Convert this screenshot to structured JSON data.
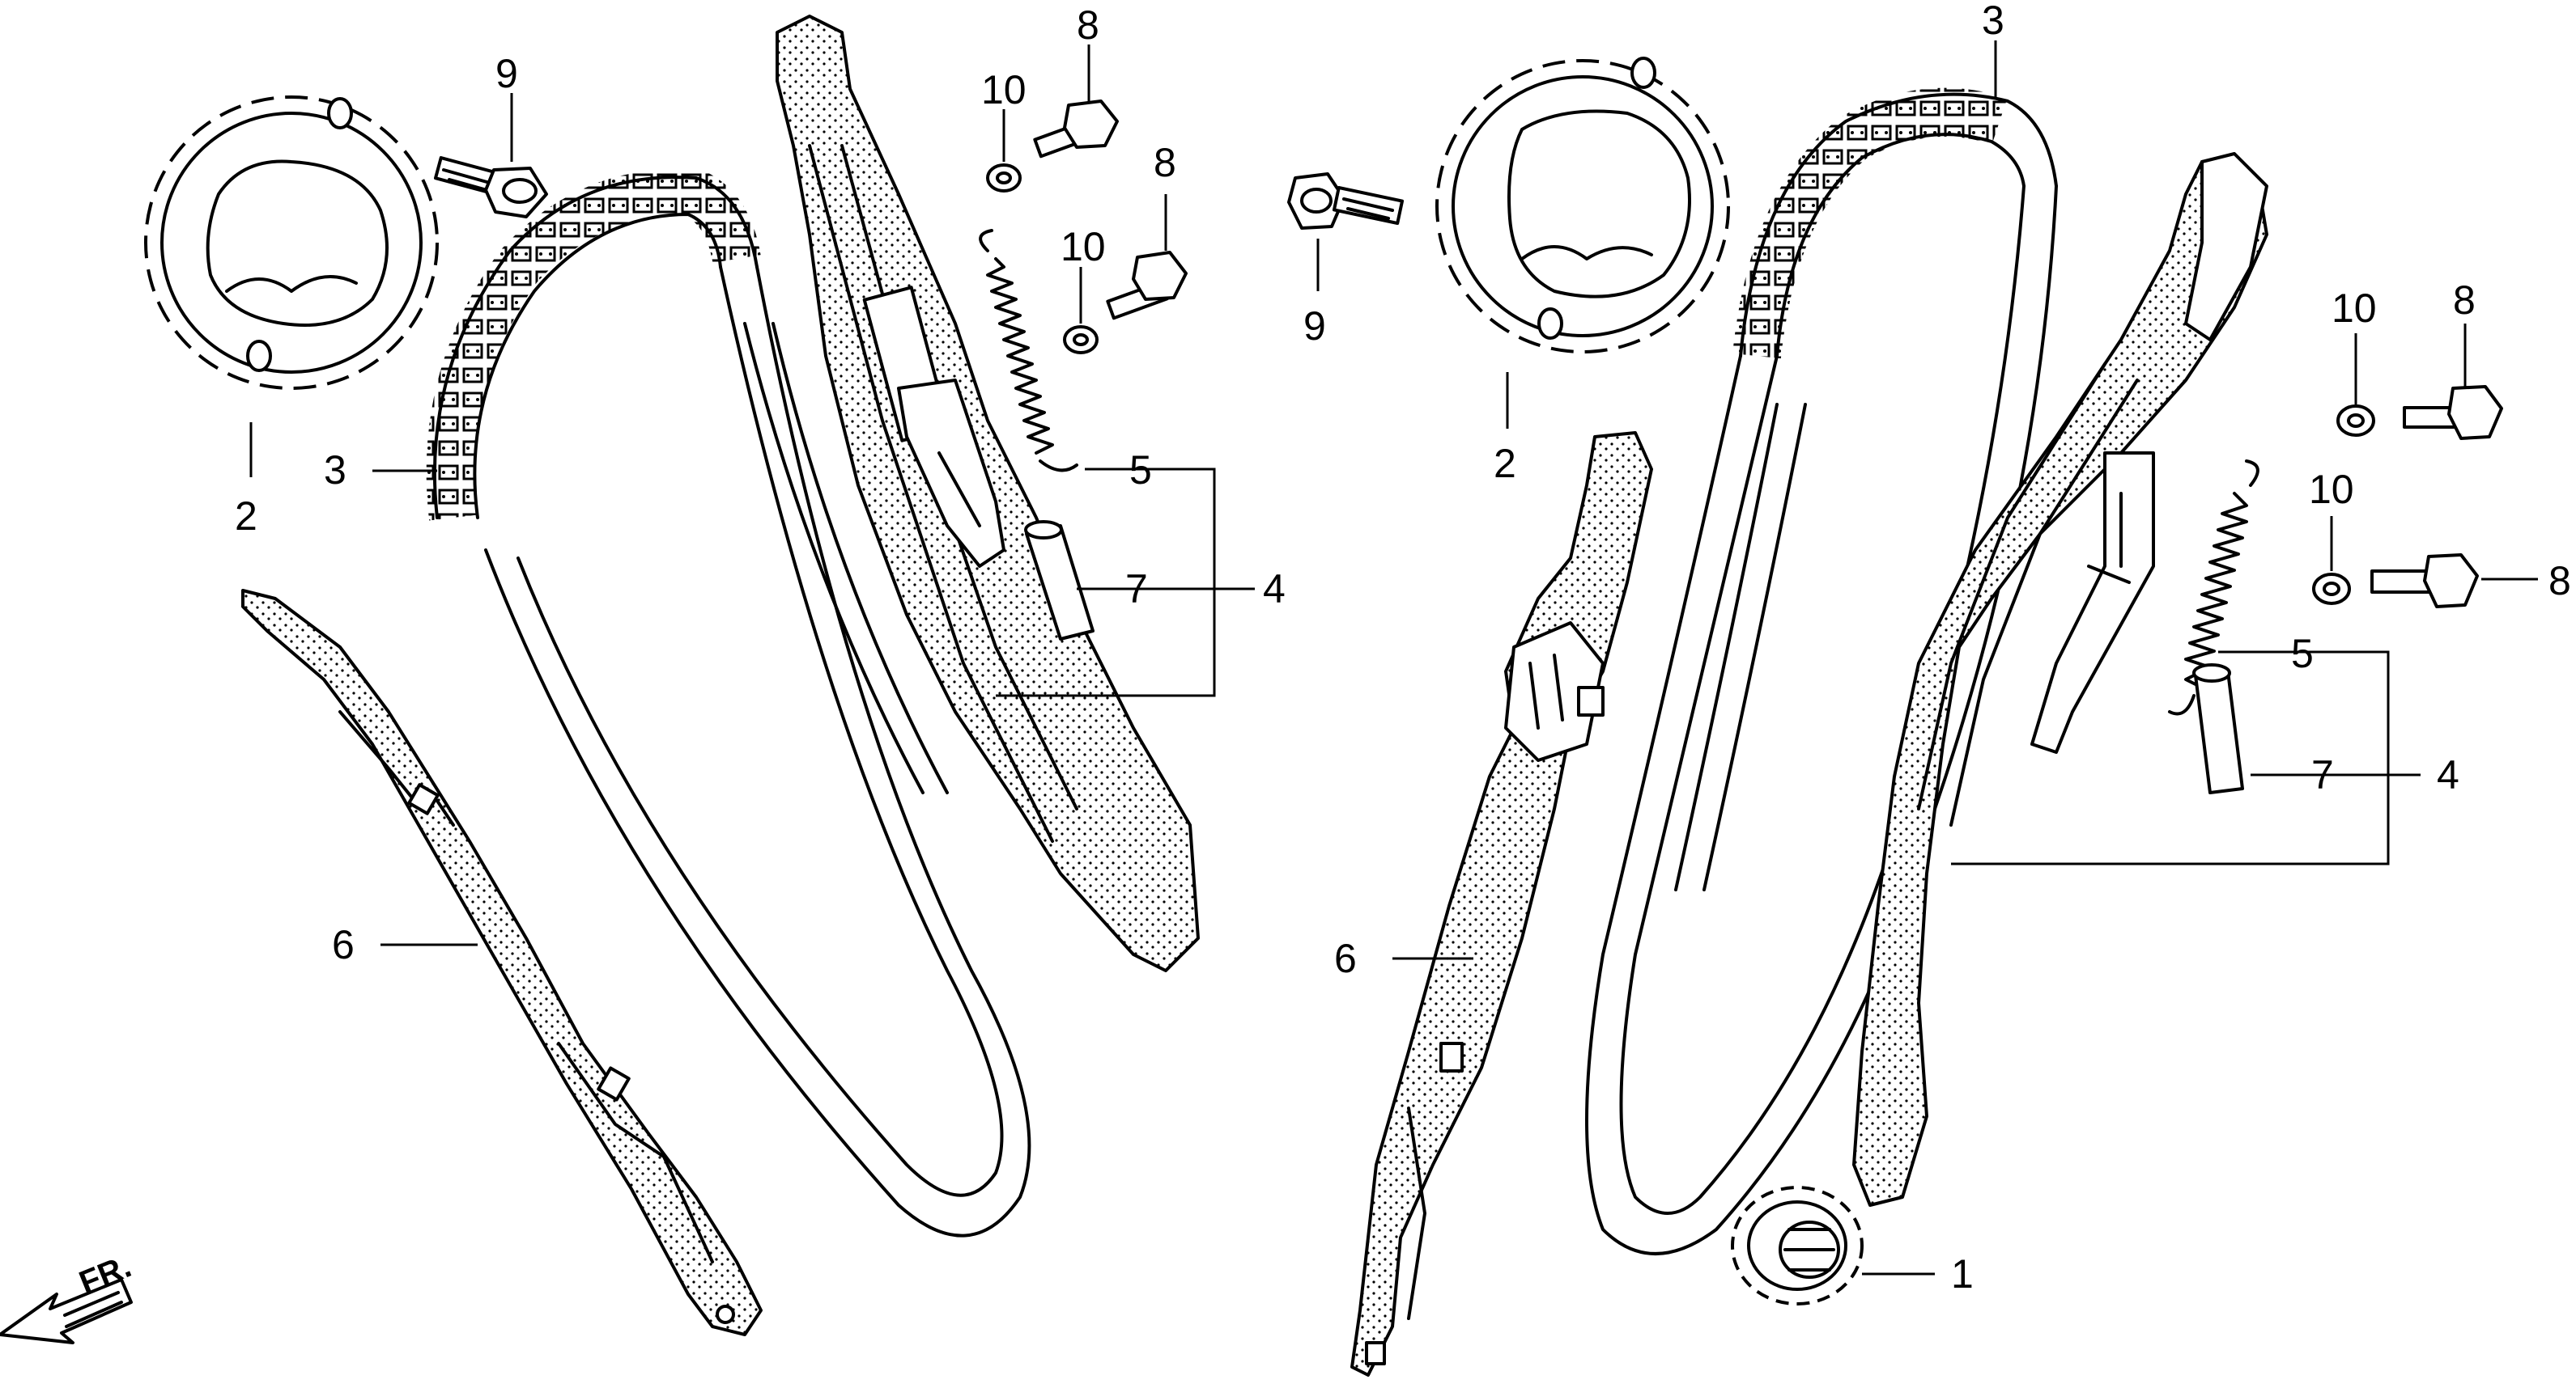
{
  "labels": {
    "l2": "2",
    "l3": "3",
    "l9": "9",
    "l10a": "10",
    "l8a": "8",
    "l10b": "10",
    "l8b": "8",
    "l5": "5",
    "l7": "7",
    "l4": "4",
    "l6": "6",
    "r3": "3",
    "r9": "9",
    "r2": "2",
    "r10a": "10",
    "r8a": "8",
    "r10b": "10",
    "r8b": "8",
    "r5": "5",
    "r7": "7",
    "r4": "4",
    "r6": "6",
    "r1": "1"
  },
  "direction": {
    "text": "FR."
  }
}
